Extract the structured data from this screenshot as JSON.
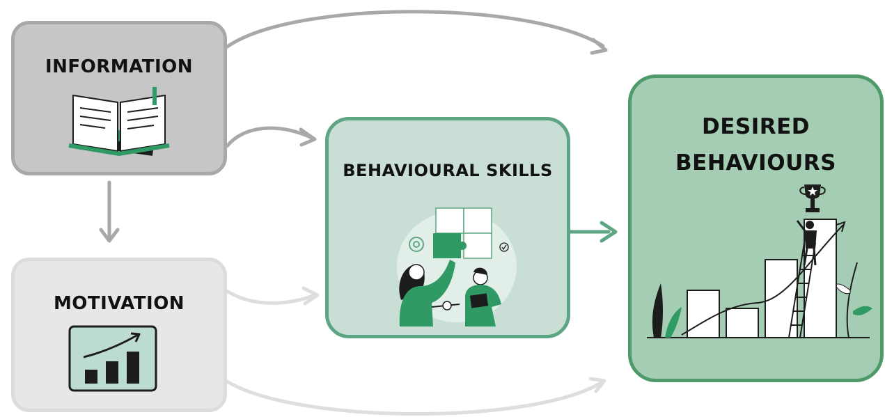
{
  "nodes": {
    "information": {
      "label": "INFORMATION",
      "icon": "open-book-icon"
    },
    "motivation": {
      "label": "MOTIVATION",
      "icon": "growth-chart-icon"
    },
    "behavioural_skills": {
      "label": "BEHAVIOURAL SKILLS",
      "icon": "puzzle-collaboration-illustration"
    },
    "desired_behaviours": {
      "label_line1": "DESIRED",
      "label_line2": "BEHAVIOURS",
      "icon": "trophy-climb-illustration"
    }
  },
  "colors": {
    "information_fill": "#c6c6c6",
    "motivation_fill": "#e7e7e7",
    "skills_fill": "#c9dfd5",
    "desired_fill": "#a5cdb3",
    "accent_green": "#2f9a63",
    "arrow_gray": "#a8a8a8",
    "arrow_light": "#dedede"
  }
}
